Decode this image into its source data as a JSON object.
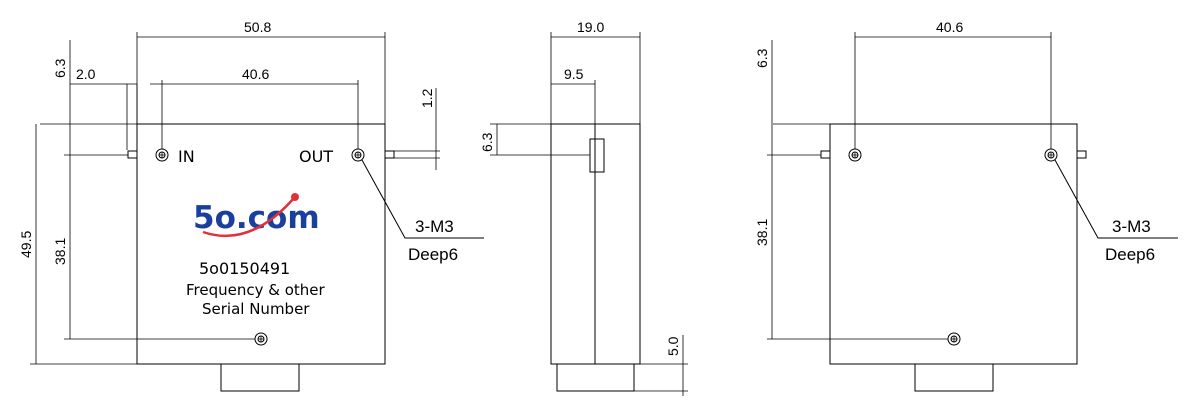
{
  "front_view": {
    "dim_width": "50.8",
    "dim_hole_spacing": "40.6",
    "dim_offset_left": "2.0",
    "dim_top_offset": "6.3",
    "dim_connector": "1.2",
    "dim_height": "49.5",
    "dim_vertical_hole": "38.1",
    "port_in": "IN",
    "port_out": "OUT",
    "thread_note": "3-M3",
    "depth_note": "Deep6",
    "logo_text": "5o.com",
    "serial": "5o0150491",
    "freq_line1": "Frequency & other",
    "freq_line2": "Serial Number"
  },
  "side_view": {
    "dim_depth": "19.0",
    "dim_half": "9.5",
    "dim_top_offset": "6.3",
    "dim_bottom_tab": "5.0"
  },
  "back_view": {
    "dim_hole_spacing": "40.6",
    "dim_top_offset": "6.3",
    "dim_vertical_hole": "38.1",
    "thread_note": "3-M3",
    "depth_note": "Deep6"
  },
  "colors": {
    "logo_blue": "#1a3f9c",
    "logo_red": "#e0313a"
  }
}
